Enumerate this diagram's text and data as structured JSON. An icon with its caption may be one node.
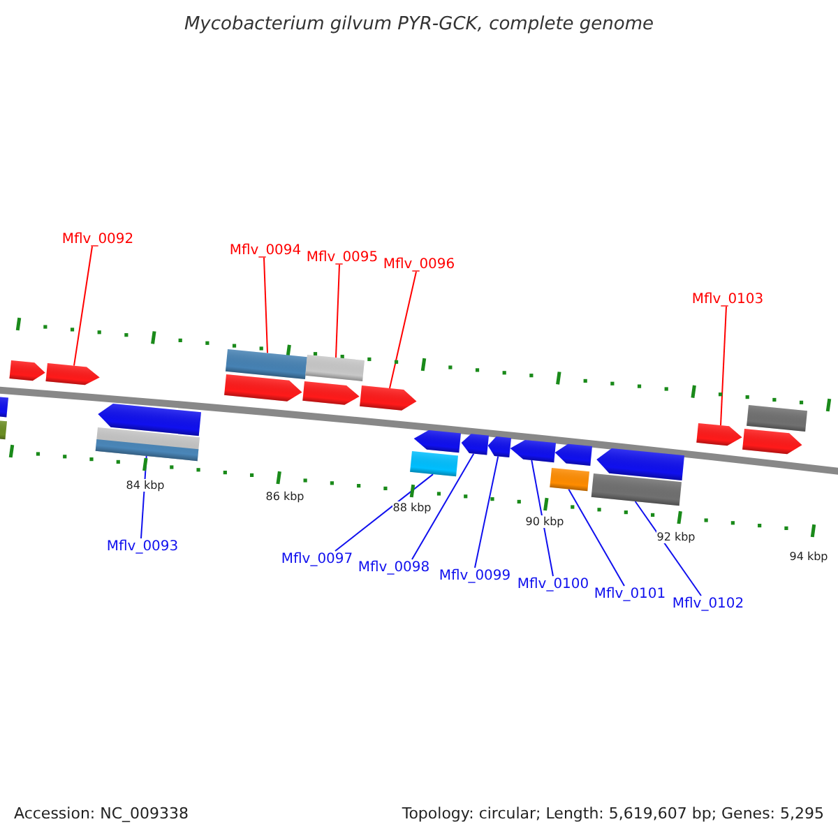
{
  "diagram": {
    "title": "Mycobacterium gilvum PYR-GCK, complete genome",
    "nodes": [
      {
        "text": [
          "Mflv_0092"
        ]
      },
      {
        "text": [
          "Mflv_0094"
        ]
      },
      {
        "text": [
          "Mflv_0095"
        ]
      },
      {
        "text": [
          "Mflv_0096"
        ]
      },
      {
        "text": [
          "Mflv_0103"
        ]
      },
      {
        "text": [
          "Mflv_0093"
        ]
      },
      {
        "text": [
          "Mflv_0097"
        ]
      },
      {
        "text": [
          "Mflv_0098"
        ]
      },
      {
        "text": [
          "Mflv_0099"
        ]
      },
      {
        "text": [
          "Mflv_0100"
        ]
      },
      {
        "text": [
          "Mflv_0101"
        ]
      },
      {
        "text": [
          "Mflv_0102"
        ]
      },
      {
        "text": [],
        "shape": "bar"
      },
      {
        "text": [],
        "shape": "bar"
      },
      {
        "text": [],
        "shape": "arrow"
      },
      {
        "text": [],
        "shape": "arrow"
      },
      {
        "text": [],
        "shape": "bar"
      },
      {
        "text": [],
        "shape": "arrow"
      },
      {
        "text": [],
        "shape": "arrow"
      },
      {
        "text": [],
        "shape": "bar"
      },
      {
        "text": [],
        "shape": "arrow"
      },
      {
        "text": [],
        "shape": "bar"
      },
      {
        "text": [],
        "shape": "arrow"
      },
      {
        "text": [],
        "shape": "bar"
      },
      {
        "text": [],
        "shape": "arrow"
      },
      {
        "text": [],
        "shape": "arrow"
      },
      {
        "text": [],
        "shape": "arrow"
      },
      {
        "text": [],
        "shape": "arrow"
      },
      {
        "text": [],
        "shape": "bar"
      },
      {
        "text": [],
        "shape": "arrow"
      },
      {
        "text": [],
        "shape": "bar"
      },
      {
        "text": [],
        "shape": "arrow"
      },
      {
        "text": [],
        "shape": "arrow"
      },
      {
        "text": [],
        "shape": "arrow"
      },
      {
        "text": [],
        "shape": "bar"
      }
    ],
    "edges": [
      {
        "from": 0,
        "to": 15,
        "arrow": "none",
        "color": "#ff0000"
      },
      {
        "from": 1,
        "to": 19,
        "arrow": "none",
        "color": "#ff0000"
      },
      {
        "from": 2,
        "to": 21,
        "arrow": "none",
        "color": "#ff0000"
      },
      {
        "from": 3,
        "to": 22,
        "arrow": "none",
        "color": "#ff0000"
      },
      {
        "from": 4,
        "to": 32,
        "arrow": "none",
        "color": "#ff0000"
      },
      {
        "from": 5,
        "to": 16,
        "arrow": "none"
      },
      {
        "from": 6,
        "to": 23,
        "arrow": "none"
      },
      {
        "from": 7,
        "to": 25,
        "arrow": "none"
      },
      {
        "from": 8,
        "to": 26,
        "arrow": "none"
      },
      {
        "from": 9,
        "to": 27,
        "arrow": "none"
      },
      {
        "from": 10,
        "to": 28,
        "arrow": "none"
      },
      {
        "from": 11,
        "to": 30,
        "arrow": "none"
      }
    ],
    "labels": [
      "84 kbp",
      "86 kbp",
      "88 kbp",
      "90 kbp",
      "92 kbp",
      "94 kbp",
      "Accession: NC_009338",
      "Topology: circular; Length: 5,619,607 bp; Genes: 5,295"
    ]
  }
}
